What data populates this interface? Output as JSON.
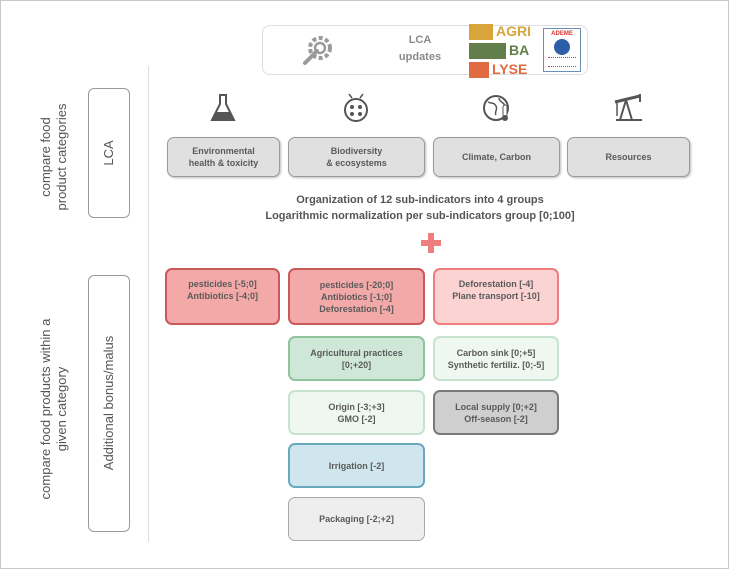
{
  "top": {
    "lca_updates": "LCA\nupdates",
    "lca_line1": "LCA",
    "lca_line2": "updates",
    "logo_agribalyse": [
      "AGRI",
      "BA",
      "LYSE"
    ],
    "logo_ademe": "ADEME",
    "icon": "gear-wrench-icon"
  },
  "left": {
    "section1_line1": "compare food",
    "section1_line2": "product categories",
    "section1_box": "LCA",
    "section2_line1": "compare food products within a",
    "section2_line2": "given category",
    "section2_box": "Additional bonus/malus"
  },
  "groups": [
    {
      "icon": "flask-icon",
      "label_line1": "Environmental",
      "label_line2": "health & toxicity"
    },
    {
      "icon": "ladybug-icon",
      "label_line1": "Biodiversity",
      "label_line2": "& ecosystems"
    },
    {
      "icon": "globe-thermometer-icon",
      "label_line1": "Climate, Carbon",
      "label_line2": ""
    },
    {
      "icon": "oil-pump-icon",
      "label_line1": "Resources",
      "label_line2": ""
    }
  ],
  "middle": {
    "line1": "Organization of 12 sub-indicators into 4 groups",
    "line2": "Logarithmic normalization per sub-indicators group [0;100]",
    "plus_icon": "plus-icon",
    "plus_color": "#ee7d7d"
  },
  "bonus": {
    "env": [
      "pesticides  [-5;0]",
      "Antibiotics [-4;0]"
    ],
    "bio_red": [
      "pesticides  [-20;0]",
      "Antibiotics [-1;0]",
      "Deforestation [-4]"
    ],
    "bio_green": [
      "Agricultural practices",
      "[0;+20]"
    ],
    "bio_light": [
      "Origin [-3;+3]",
      "GMO [-2]"
    ],
    "bio_blue": [
      "Irrigation [-2]"
    ],
    "bio_gray": [
      "Packaging [-2;+2]"
    ],
    "clim_red": [
      "Deforestation [-4]",
      "Plane transport [-10]"
    ],
    "clim_light": [
      "Carbon sink [0;+5]",
      "Synthetic fertiliz. [0;-5]"
    ],
    "clim_gray": [
      "Local supply [0;+2]",
      "Off-season [-2]"
    ]
  }
}
